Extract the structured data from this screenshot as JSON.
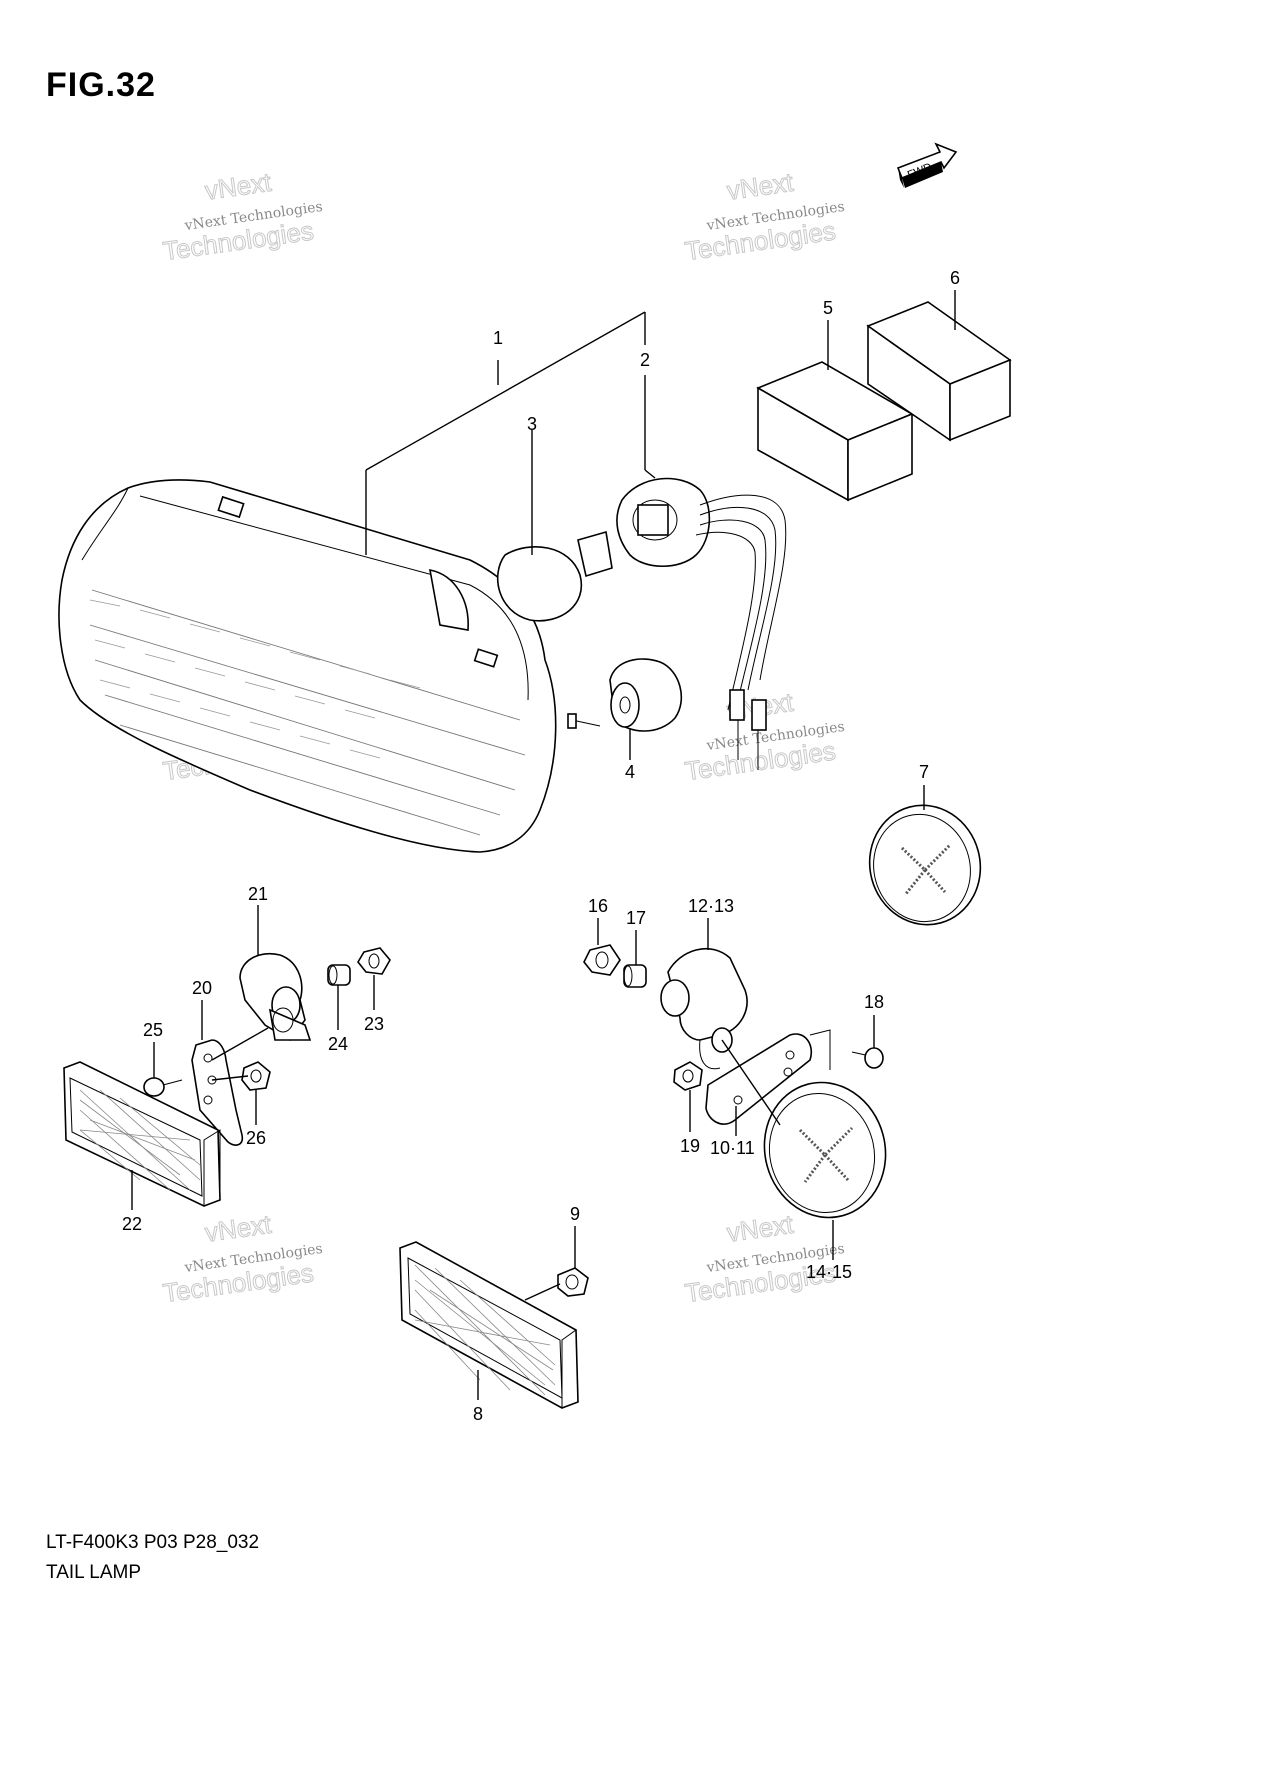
{
  "figure": {
    "title": "FIG.32",
    "model_code": "LT-F400K3 P03 P28_032",
    "caption": "TAIL LAMP",
    "fwd_label": "FWD"
  },
  "watermark": {
    "line1": "vNext",
    "line2": "vNext Technologies",
    "line3": "Technologies"
  },
  "callouts": [
    {
      "id": "c1",
      "label": "1"
    },
    {
      "id": "c2",
      "label": "2"
    },
    {
      "id": "c3",
      "label": "3"
    },
    {
      "id": "c4",
      "label": "4"
    },
    {
      "id": "c5",
      "label": "5"
    },
    {
      "id": "c6",
      "label": "6"
    },
    {
      "id": "c7",
      "label": "7"
    },
    {
      "id": "c8",
      "label": "8"
    },
    {
      "id": "c9",
      "label": "9"
    },
    {
      "id": "c10",
      "label": "10·11"
    },
    {
      "id": "c12",
      "label": "12·13"
    },
    {
      "id": "c14",
      "label": "14·15"
    },
    {
      "id": "c16",
      "label": "16"
    },
    {
      "id": "c17",
      "label": "17"
    },
    {
      "id": "c18",
      "label": "18"
    },
    {
      "id": "c19",
      "label": "19"
    },
    {
      "id": "c20",
      "label": "20"
    },
    {
      "id": "c21",
      "label": "21"
    },
    {
      "id": "c22",
      "label": "22"
    },
    {
      "id": "c23",
      "label": "23"
    },
    {
      "id": "c24",
      "label": "24"
    },
    {
      "id": "c25",
      "label": "25"
    },
    {
      "id": "c26",
      "label": "26"
    }
  ]
}
